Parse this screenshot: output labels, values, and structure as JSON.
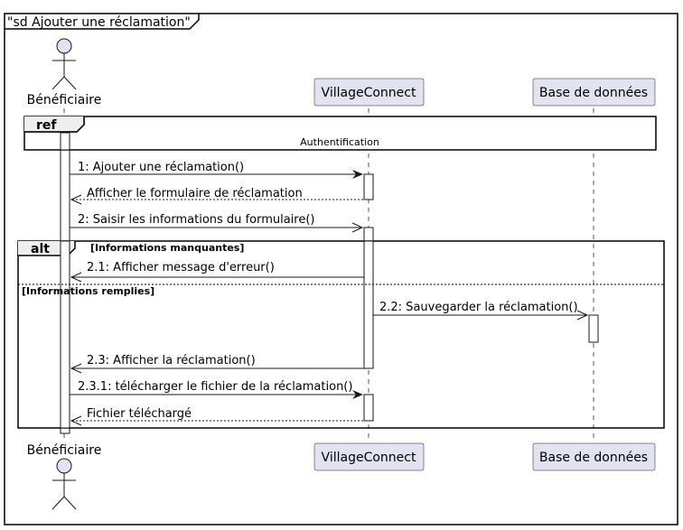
{
  "frame_title": "\"sd Ajouter une réclamation\"",
  "participants": {
    "actor": "Bénéficiaire",
    "system": "VillageConnect",
    "db": "Base de données"
  },
  "ref": {
    "keyword": "ref",
    "label": "Authentification"
  },
  "alt": {
    "keyword": "alt",
    "guard1": "[Informations manquantes]",
    "guard2": "[Informations remplies]"
  },
  "messages": [
    {
      "label": "1: Ajouter une réclamation()",
      "from": "actor",
      "to": "system",
      "style": "sync"
    },
    {
      "label": "Afficher le formulaire de réclamation",
      "from": "system",
      "to": "actor",
      "style": "reply"
    },
    {
      "label": "2: Saisir les informations du formulaire()",
      "from": "actor",
      "to": "system",
      "style": "async"
    },
    {
      "label": "2.1: Afficher message d'erreur()",
      "from": "system",
      "to": "actor",
      "style": "async"
    },
    {
      "label": "2.2: Sauvegarder la réclamation()",
      "from": "system",
      "to": "db",
      "style": "async"
    },
    {
      "label": "2.3: Afficher la réclamation()",
      "from": "system",
      "to": "actor",
      "style": "async"
    },
    {
      "label": "2.3.1: télécharger le fichier de la réclamation()",
      "from": "actor",
      "to": "system",
      "style": "sync"
    },
    {
      "label": "Fichier téléchargé",
      "from": "system",
      "to": "actor",
      "style": "reply"
    }
  ]
}
